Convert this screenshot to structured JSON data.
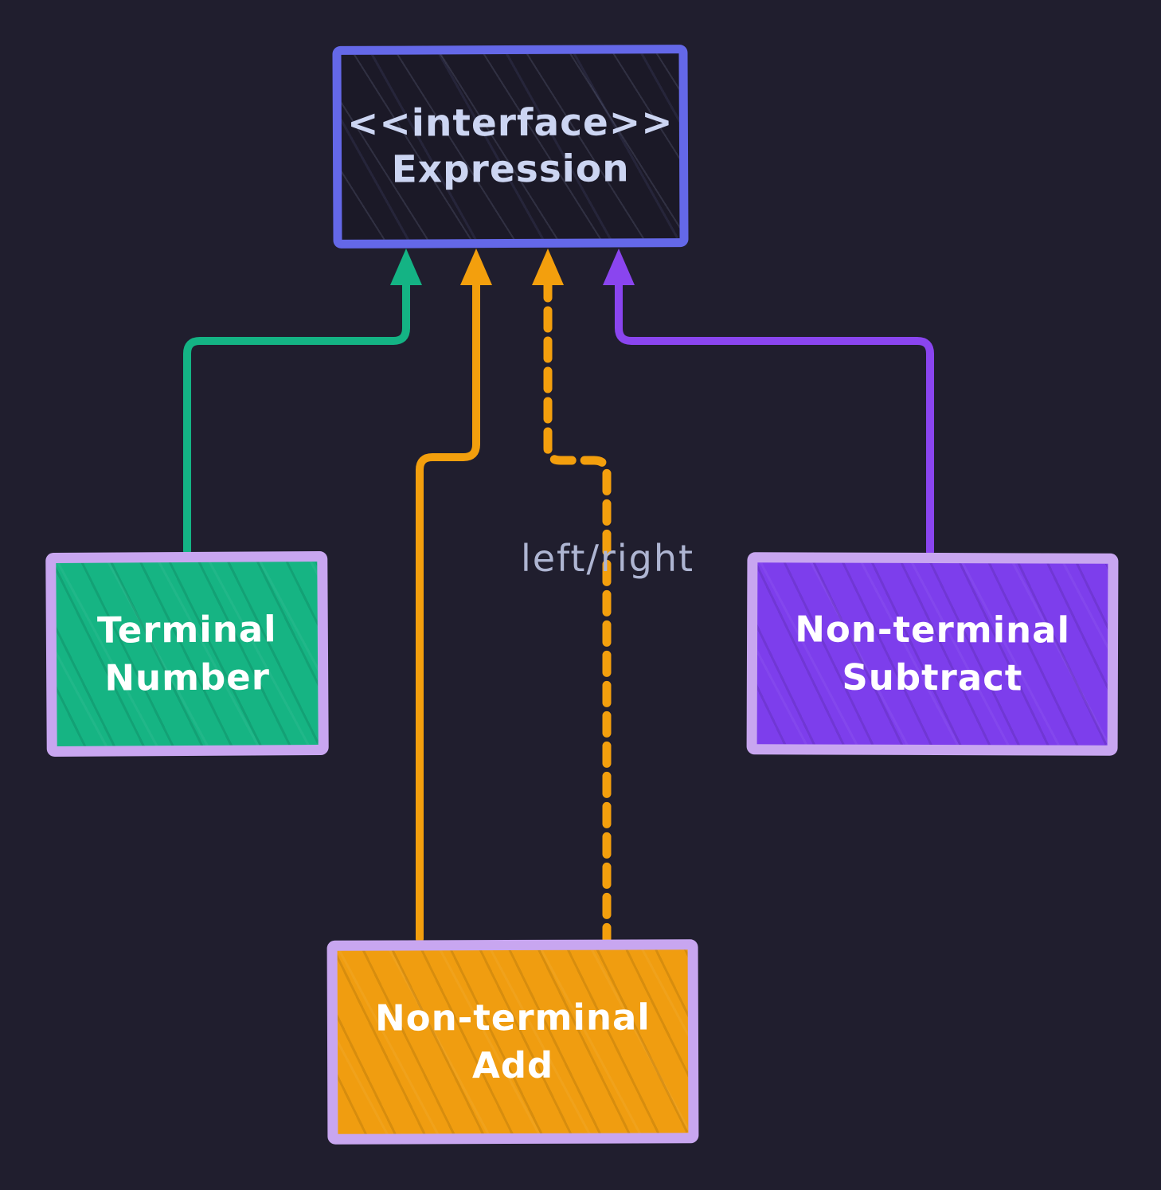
{
  "colors": {
    "background": "#201e2e",
    "interface_fill": "#1b1927",
    "interface_border": "#6468e8",
    "interface_text": "#ccd5f2",
    "node_border": "#c8a6f0",
    "node_text": "#ffffff",
    "terminal_fill": "#16b483",
    "subtract_fill": "#7d3eec",
    "add_fill": "#f09d10",
    "green_accent": "#14b384",
    "orange_accent": "#f39f0d",
    "purple_accent": "#8a45ef",
    "edge_label_text": "#aeb5d2"
  },
  "nodes": {
    "interface": {
      "stereotype": "<<interface>>",
      "name": "Expression"
    },
    "terminal_number": {
      "line1": "Terminal",
      "line2": "Number"
    },
    "non_terminal_subtract": {
      "line1": "Non-terminal",
      "line2": "Subtract"
    },
    "non_terminal_add": {
      "line1": "Non-terminal",
      "line2": "Add"
    }
  },
  "edges": {
    "left_right_label": "left/right"
  }
}
